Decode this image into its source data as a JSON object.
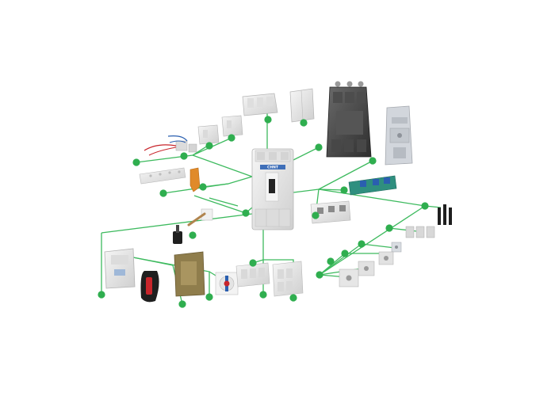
{
  "diagram": {
    "brand_text": "CHNT",
    "colors": {
      "connector": "#3dba5e",
      "node": "#2fae4f",
      "node_text": "#ffffff",
      "part_light": "#ececec",
      "part_mid": "#c9c9c9",
      "part_dark": "#3b3b3b",
      "accent_red": "#c8252b",
      "accent_blue": "#2a5fb0",
      "accent_orange": "#e08a2a",
      "accent_green_board": "#2f8f7f"
    },
    "components": [
      {
        "id": "main-breaker",
        "icon": "breaker-icon"
      },
      {
        "id": "plug-in-base",
        "icon": "base-icon"
      },
      {
        "id": "rear-mount",
        "icon": "bracket-icon"
      },
      {
        "id": "shunt-release",
        "icon": "board-icon"
      },
      {
        "id": "terminal-block",
        "icon": "terminal-icon"
      },
      {
        "id": "extension-rods",
        "icon": "rod-icon"
      },
      {
        "id": "busbars",
        "icon": "bar-icon"
      },
      {
        "id": "small-terminal",
        "icon": "cube-icon"
      },
      {
        "id": "terminal-connector",
        "icon": "clamp-icon"
      },
      {
        "id": "phase-barrier",
        "icon": "barrier-icon"
      },
      {
        "id": "terminal-cover-small",
        "icon": "cover-icon"
      },
      {
        "id": "auxiliary-contacts",
        "icon": "contact-icon"
      },
      {
        "id": "lead-wires",
        "icon": "wire-icon"
      },
      {
        "id": "terminal-strip",
        "icon": "strip-icon"
      },
      {
        "id": "handle-lever",
        "icon": "lever-icon"
      },
      {
        "id": "rotary-handle",
        "icon": "rotary-icon"
      },
      {
        "id": "motor-operator",
        "icon": "motor-icon"
      },
      {
        "id": "operating-mechanism",
        "icon": "handle-icon"
      },
      {
        "id": "door-handle",
        "icon": "knob-icon"
      },
      {
        "id": "terminal-cover-a",
        "icon": "cover-icon"
      },
      {
        "id": "terminal-cover-b",
        "icon": "cover-icon"
      },
      {
        "id": "orange-accessory",
        "icon": "hook-icon"
      }
    ]
  }
}
